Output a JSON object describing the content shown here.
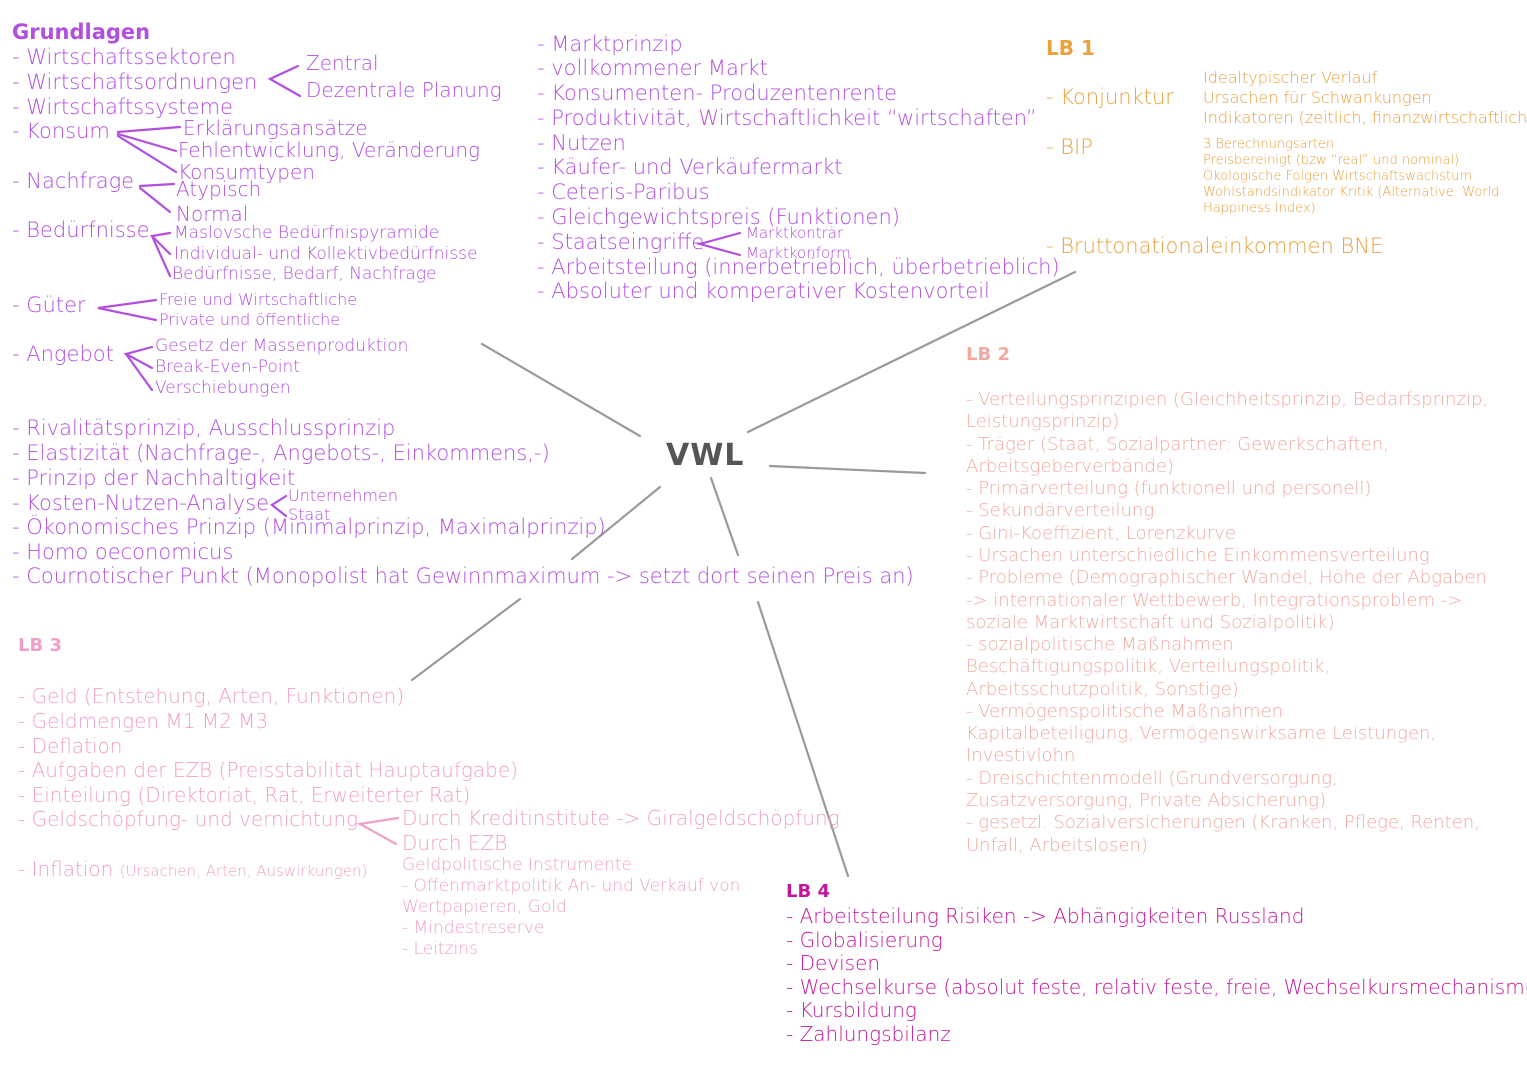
{
  "center": "VWL",
  "colors": {
    "grundlagen": "#b24fe0",
    "lb1": "#e9a13c",
    "lb2": "#f2a9a0",
    "lb3": "#f19fc8",
    "lb4": "#c3169a",
    "connector": "#999999"
  },
  "grundlagen": {
    "title": "Grundlagen",
    "wirtschaftssektoren": "- Wirtschaftssektoren",
    "wirtschaftsordnungen": "- Wirtschaftsordnungen",
    "wirtschaftsordnungen_sub": [
      "Zentral",
      "Dezentrale Planung"
    ],
    "wirtschaftssysteme": "- Wirtschaftssysteme",
    "konsum": "- Konsum",
    "konsum_sub": [
      "Erklärungsansätze",
      "Fehlentwicklung, Veränderung",
      "Konsumtypen"
    ],
    "nachfrage": "- Nachfrage",
    "nachfrage_sub": [
      "Atypisch",
      "Normal"
    ],
    "beduerfnisse": "- Bedürfnisse",
    "beduerfnisse_sub": [
      "Maslovsche Bedürfnispyramide",
      "Individual- und Kollektivbedürfnisse",
      "Bedürfnisse, Bedarf, Nachfrage"
    ],
    "gueter": "- Güter",
    "gueter_sub": [
      "Freie und Wirtschaftliche",
      "Private und öffentliche"
    ],
    "angebot": "- Angebot",
    "angebot_sub": [
      "Gesetz der Massenproduktion",
      "Break-Even-Point",
      "Verschiebungen"
    ],
    "list": [
      "- Rivalitätsprinzip, Ausschlussprinzip",
      "- Elastizität (Nachfrage-, Angebots-, Einkommens,-)",
      "- Prinzip der Nachhaltigkeit",
      "- Kosten-Nutzen-Analyse",
      "- Ökonomisches Prinzip (Minimalprinzip, Maximalprinzip)",
      "- Homo oeconomicus",
      "- Cournotischer Punkt (Monopolist hat Gewinnmaximum -> setzt dort seinen Preis an)"
    ],
    "kna_sub": [
      "Unternehmen",
      "Staat"
    ]
  },
  "markt": {
    "list": [
      "- Marktprinzip",
      "- vollkommener Markt",
      "- Konsumenten- Produzentenrente",
      "- Produktivität, Wirtschaftlichkeit “wirtschaften”",
      "- Nutzen",
      "- Käufer- und Verkäufermarkt",
      "- Ceteris-Paribus",
      "- Gleichgewichtspreis (Funktionen)",
      "- Staatseingriffe",
      "- Arbeitsteilung (innerbetrieblich, überbetrieblich)",
      "- Absoluter und komperativer Kostenvorteil"
    ],
    "staatseingriffe_sub": [
      "Marktkonträr",
      "Marktkonform"
    ]
  },
  "lb1": {
    "title": "LB 1",
    "konjunktur": "- Konjunktur",
    "konjunktur_sub": [
      "Idealtypischer Verlauf",
      "Ursachen für Schwankungen",
      "Indikatoren (zeitlich, finanzwirtschaftlich)"
    ],
    "bip": "- BIP",
    "bip_sub": [
      "3 Berechnungsarten",
      "Preisbereinigt (bzw “real” und nominal)",
      "Ökologische Folgen Wirtschaftswachstum",
      "Wohlstandsindikator Kritik (Alternative: World",
      "Happiness Index)"
    ],
    "bne": "- Bruttonationaleinkommen BNE"
  },
  "lb2": {
    "title": "LB 2",
    "lines": [
      "- Verteilungsprinzipien (Gleichheitsprinzip, Bedarfsprinzip,",
      "Leistungsprinzip)",
      "- Träger (Staat, Sozialpartner: Gewerkschaften,",
      "Arbeitsgeberverbände)",
      "- Primärverteilung (funktionell und personell)",
      "- Sekundärverteilung",
      "- Gini-Koeffizient, Lorenzkurve",
      "- Ursachen unterschiedliche Einkommensverteilung",
      "- Probleme (Demographischer Wandel, Höhe der Abgaben",
      "-> internationaler Wettbewerb, Integrationsproblem ->",
      "soziale Marktwirtschaft und Sozialpolitik)",
      "- sozialpolitische Maßnahmen",
      "Beschäftigungspolitik, Verteilungspolitik,",
      "Arbeitsschutzpolitik, Sonstige)",
      "- Vermögenspolitische Maßnahmen",
      "Kapitalbeteiligung, Vermögenswirksame Leistungen,",
      "Investivlohn",
      "- Dreischichtenmodell (Grundversorgung,",
      "Zusatzversorgung, Private Absicherung)",
      "- gesetzl. Sozialversicherungen (Kranken, Pflege, Renten,",
      "Unfall, Arbeitslosen)"
    ]
  },
  "lb3": {
    "title": "LB 3",
    "list": [
      "- Geld (Entstehung, Arten, Funktionen)",
      "- Geldmengen M1 M2 M3",
      "- Deflation",
      "- Aufgaben der EZB (Preisstabilität Hauptaufgabe)",
      "- Einteilung (Direktoriat, Rat, Erweiterter Rat)",
      "- Geldschöpfung- und vernichtung"
    ],
    "geldschoepfung_sub": [
      "Durch Kreditinstitute -> Giralgeldschöpfung",
      "Durch EZB"
    ],
    "ezb_sub": [
      "Geldpolitische Instrumente",
      "- Offenmarktpolitik An- und Verkauf von",
      "Wertpapieren, Gold",
      "- Mindestreserve",
      "- Leitzins"
    ],
    "inflation": "- Inflation",
    "inflation_note": "(Ursachen, Arten, Auswirkungen)"
  },
  "lb4": {
    "title": "LB 4",
    "list": [
      "- Arbeitsteilung Risiken -> Abhängigkeiten Russland",
      "- Globalisierung",
      "- Devisen",
      "- Wechselkurse (absolut feste, relativ feste, freie, Wechselkursmechanismus)",
      "- Kursbildung",
      "- Zahlungsbilanz"
    ]
  }
}
